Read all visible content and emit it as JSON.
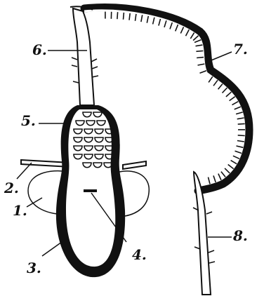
{
  "labels": {
    "l1": "1.",
    "l2": "2.",
    "l3": "3.",
    "l4": "4.",
    "l5": "5.",
    "l6": "6.",
    "l7": "7.",
    "l8": "8."
  },
  "colors": {
    "ink": "#111111",
    "paper": "#ffffff"
  }
}
